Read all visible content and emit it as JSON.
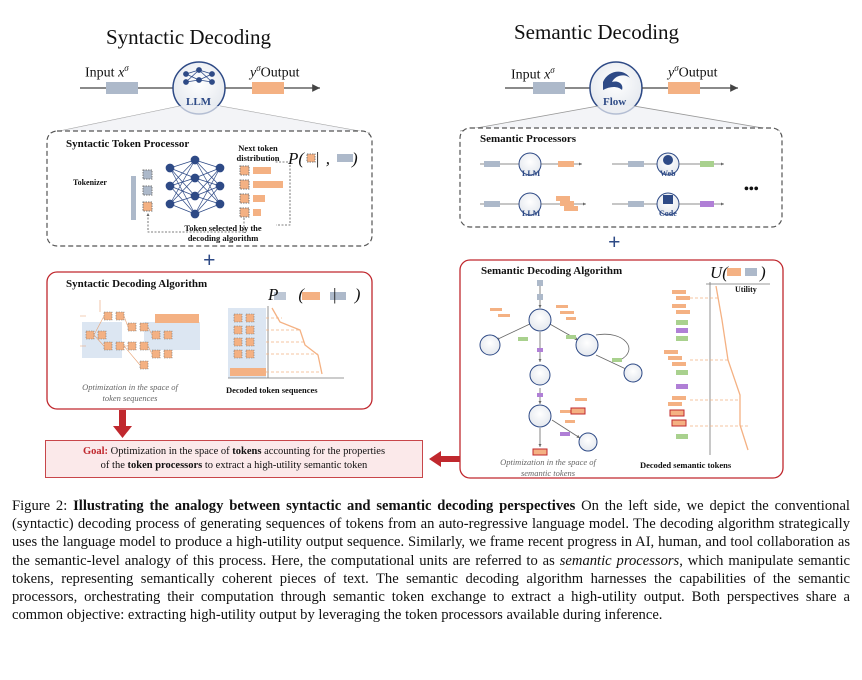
{
  "figure": {
    "left": {
      "title": "Syntactic Decoding",
      "input_label": "Input",
      "input_var": "x",
      "input_sup": "σ",
      "output_var": "y",
      "output_sup": "σ",
      "output_label": "Output",
      "model_label": "LLM",
      "processor_box": {
        "header": "Syntactic Token Processor",
        "tokenizer": "Tokenizer",
        "next_token_line1": "Next token",
        "next_token_line2": "distribution",
        "formula": "P(",
        "selected_line1": "Token selected by the",
        "selected_line2": "decoding algorithm"
      },
      "plus": "+",
      "algorithm_box": {
        "header": "Syntactic Decoding Algorithm",
        "formula": "P",
        "optimization_line1": "Optimization in the space of",
        "optimization_line2": "token sequences",
        "decoded_label": "Decoded token sequences"
      },
      "goal": {
        "label": "Goal:",
        "part1": " Optimization in the space of ",
        "bold1": "tokens",
        "part2": " accounting for the properties",
        "part3": "of the ",
        "bold2": "token processors",
        "part4": " to extract a high-utility semantic token"
      }
    },
    "right": {
      "title": "Semantic Decoding",
      "input_label": "Input",
      "input_var": "x",
      "input_sup": "σ",
      "output_var": "y",
      "output_sup": "σ",
      "output_label": "Output",
      "model_label": "Flow",
      "processors_box": {
        "header": "Semantic Processors",
        "llm": "LLM",
        "web": "Web",
        "code": "Code",
        "ellipsis": "•••"
      },
      "plus": "+",
      "algorithm_box": {
        "header": "Semantic Decoding Algorithm",
        "formula": "U(",
        "utility": "Utility",
        "optimization_line1": "Optimization in the space of",
        "optimization_line2": "semantic tokens",
        "decoded_label": "Decoded semantic tokens"
      }
    },
    "colors": {
      "orange": "#f4b183",
      "grey_blue": "#adb9ca",
      "navy": "#2e4a86",
      "red_border": "#c0282e",
      "green": "#a9d18e",
      "purple": "#b07fd6"
    }
  },
  "caption": {
    "prefix": "Figure 2: ",
    "bold": "Illustrating the analogy between syntactic and semantic decoding perspectives",
    "part1": " On the left side, we depict the conventional (syntactic) decoding process of generating sequences of tokens from an auto-regressive language model. The decoding algorithm strategically uses the language model to produce a high-utility output sequence. Similarly, we frame recent progress in AI, human, and tool collaboration as the semantic-level analogy of this process. Here, the computational units are referred to as ",
    "italic": "semantic processors",
    "part2": ", which manipulate semantic tokens, representing semantically coherent pieces of text. The semantic decoding algorithm harnesses the capabilities of the semantic processors, orchestrating their computation through semantic token exchange to extract a high-utility output. Both perspectives share a common objective: extracting high-utility output by leveraging the token processors available during inference."
  }
}
